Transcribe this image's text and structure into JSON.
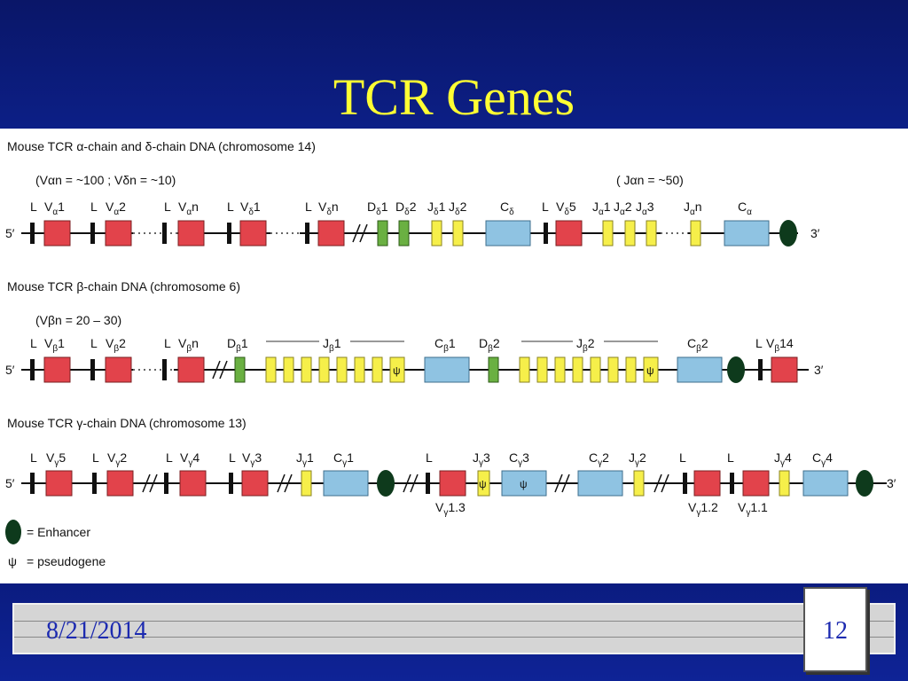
{
  "slide": {
    "title": "TCR Genes"
  },
  "footer": {
    "date": "8/21/2014",
    "page": "12"
  },
  "figure": {
    "alpha_delta": {
      "heading": "Mouse TCR α-chain and δ-chain DNA (chromosome 14)",
      "note_left": "(Vαn = ~100 ; Vδn = ~10)",
      "note_right": "( Jαn = ~50)"
    },
    "beta": {
      "heading": "Mouse TCR β-chain DNA (chromosome 6)",
      "note_left": "(Vβn = 20 – 30)"
    },
    "gamma": {
      "heading": "Mouse TCR γ-chain DNA (chromosome 13)"
    },
    "legend": {
      "enhancer": "= Enhancer",
      "pseudogene": "= pseudogene"
    },
    "end5": "5′",
    "end3": "3′",
    "colors": {
      "V": "#e2434b",
      "D": "#6ab042",
      "J": "#f6ef4a",
      "C": "#8fc3e2",
      "enhancer": "#0e3a1c",
      "leader": "#111111"
    }
  }
}
